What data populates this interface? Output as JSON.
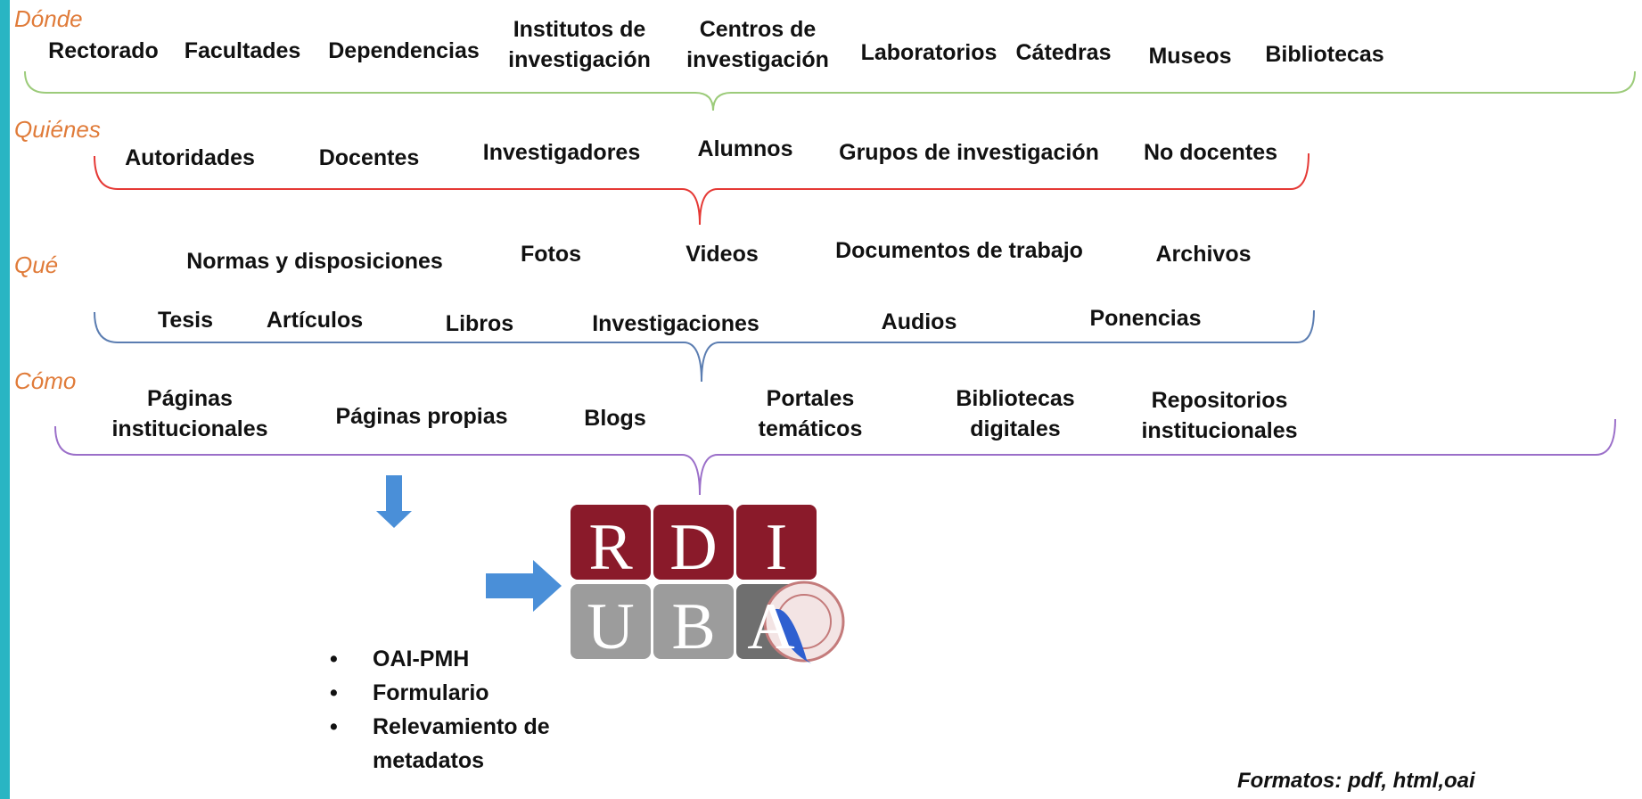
{
  "levels": {
    "donde": "Dónde",
    "quienes": "Quiénes",
    "que": "Qué",
    "como": "Cómo"
  },
  "donde_items": [
    "Rectorado",
    "Facultades",
    "Dependencias",
    "Institutos de\ninvestigación",
    "Centros de\ninvestigación",
    "Laboratorios",
    "Cátedras",
    "Museos",
    "Bibliotecas"
  ],
  "quienes_items": [
    "Autoridades",
    "Docentes",
    "Investigadores",
    "Alumnos",
    "Grupos de investigación",
    "No docentes"
  ],
  "que_items": [
    "Normas y disposiciones",
    "Fotos",
    "Videos",
    "Documentos de trabajo",
    "Archivos",
    "Tesis",
    "Artículos",
    "Libros",
    "Investigaciones",
    "Audios",
    "Ponencias"
  ],
  "como_items": [
    "Páginas\ninstitucionales",
    "Páginas propias",
    "Blogs",
    "Portales\ntemáticos",
    "Bibliotecas\ndigitales",
    "Repositorios\ninstitucionales"
  ],
  "methods": [
    "OAI-PMH",
    "Formulario",
    "Relevamiento de metadatos"
  ],
  "logo": {
    "top_letters": [
      "R",
      "D",
      "I"
    ],
    "bottom_letters": [
      "U",
      "B",
      "A"
    ],
    "top_color": "#8a1a2a",
    "bottom_color": "#9c9c9c"
  },
  "formats": "Formatos: pdf, html,oai",
  "colors": {
    "label": "#e07b39",
    "brace_donde": "#9ccb7a",
    "brace_quienes": "#e53935",
    "brace_que": "#5b7db1",
    "brace_como": "#9b6fc9",
    "arrow": "#4a8fd8",
    "left_bar": "#29b5c3"
  }
}
